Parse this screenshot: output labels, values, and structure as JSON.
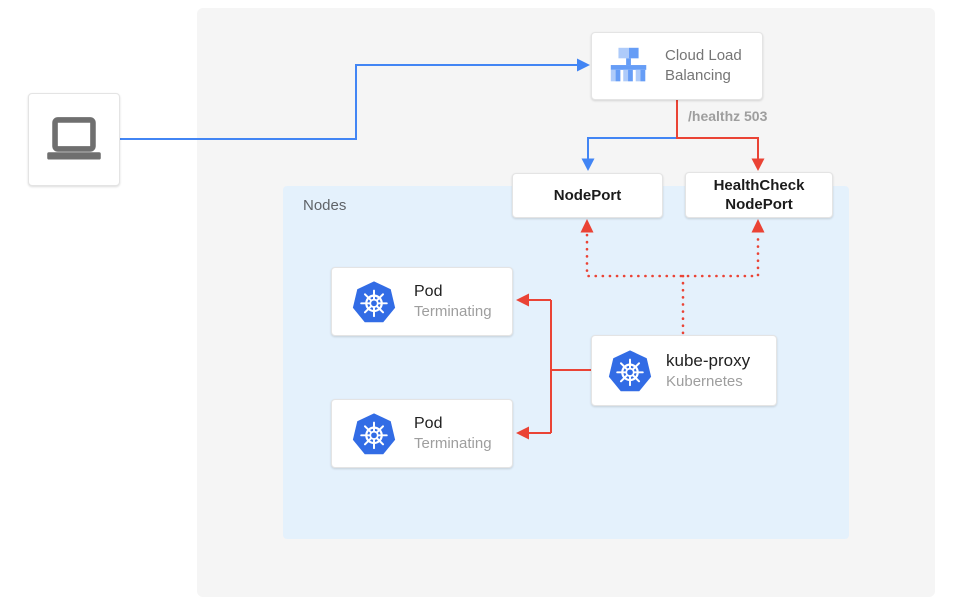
{
  "palette": {
    "traffic_blue": "#4285f4",
    "health_red": "#ea4335",
    "outer_panel_gray": "#f5f5f5",
    "nodes_panel_blue": "#e4f1fc",
    "kubernetes_blue": "#326ce5",
    "lb_icon_light_blue": "#aecbfa",
    "lb_icon_medium_blue": "#669df6",
    "laptop_gray": "#6f6f6f",
    "title_text": "#212121",
    "muted_text": "#9e9e9e"
  },
  "nodes_container": {
    "label": "Nodes"
  },
  "client": {
    "icon": "laptop-icon"
  },
  "load_balancer": {
    "icon": "load-balancer-icon",
    "title_line1": "Cloud Load",
    "title_line2": "Balancing"
  },
  "health_label": {
    "text": "/healthz 503"
  },
  "node_port": {
    "label": "NodePort"
  },
  "health_check_node_port": {
    "label_line1": "HealthCheck",
    "label_line2": "NodePort"
  },
  "pods": [
    {
      "icon": "kubernetes-icon",
      "title": "Pod",
      "status": "Terminating"
    },
    {
      "icon": "kubernetes-icon",
      "title": "Pod",
      "status": "Terminating"
    }
  ],
  "kube_proxy": {
    "icon": "kubernetes-icon",
    "title": "kube-proxy",
    "subtitle": "Kubernetes"
  }
}
